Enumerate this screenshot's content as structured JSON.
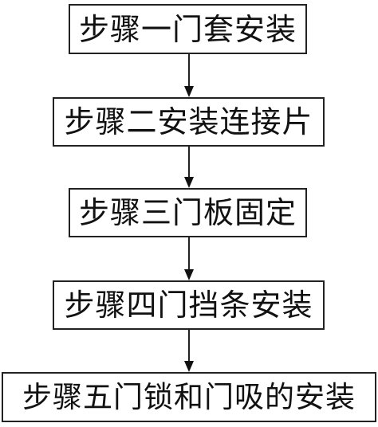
{
  "steps": [
    {
      "label": "步骤一门套安装"
    },
    {
      "label": "步骤二安装连接片"
    },
    {
      "label": "步骤三门板固定"
    },
    {
      "label": "步骤四门挡条安装"
    },
    {
      "label": "步骤五门锁和门吸的安装"
    }
  ],
  "colors": {
    "border": "#222222",
    "text": "#111111",
    "background": "#ffffff"
  }
}
